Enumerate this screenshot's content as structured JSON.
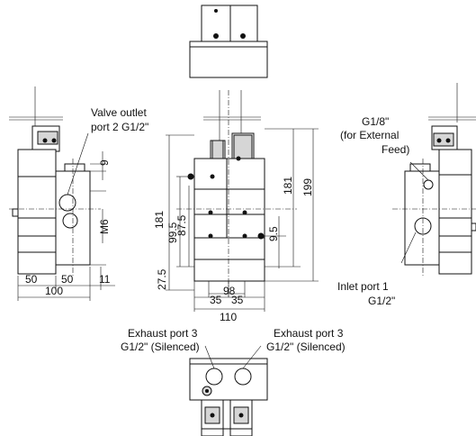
{
  "annotations": {
    "valve_outlet_line1": "Valve outlet",
    "valve_outlet_line2": "port 2 G1/2\"",
    "g18_line1": "G1/8\"",
    "g18_line2": "(for External",
    "g18_line3": "Feed)",
    "inlet_line1": "Inlet port 1",
    "inlet_line2": "G1/2\"",
    "exhaust_left_line1": "Exhaust port 3",
    "exhaust_left_line2": "G1/2\" (Silenced)",
    "exhaust_right_line1": "Exhaust port 3",
    "exhaust_right_line2": "G1/2\" (Silenced)"
  },
  "dimensions": {
    "left_9": "9",
    "left_m6": "M6",
    "left_50a": "50",
    "left_50b": "50",
    "left_11": "11",
    "left_100": "100",
    "front_181_left": "181",
    "front_99_5": "99.5",
    "front_87_5": "87.5",
    "front_27_5": "27.5",
    "front_35a": "35",
    "front_35b": "35",
    "front_98": "98",
    "front_110": "110",
    "front_181_right": "181",
    "front_199": "199",
    "front_9_5": "9.5"
  }
}
